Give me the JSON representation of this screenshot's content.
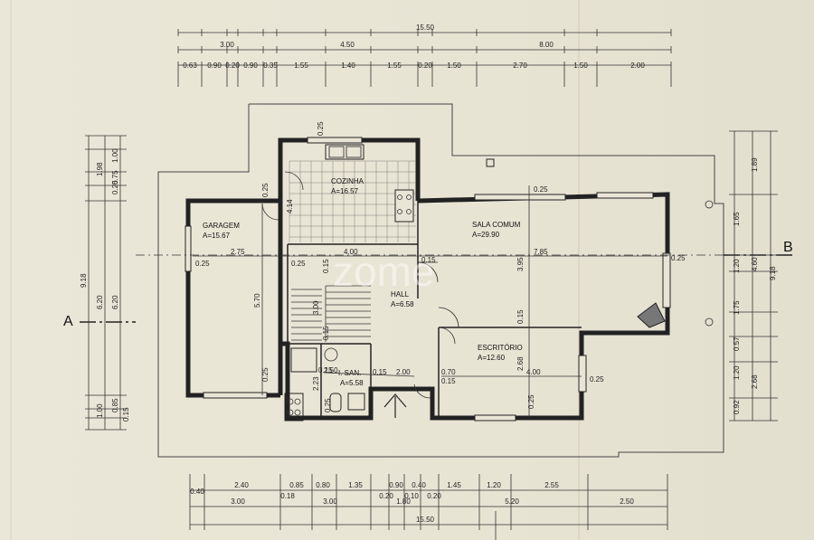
{
  "dims_top_total": "15.50",
  "dims_top_mid": [
    "3.00",
    "4.50",
    "8.00"
  ],
  "dims_top_detail": [
    "0.63",
    "0.90",
    "0.20",
    "0.90",
    "0.35",
    "1.55",
    "1.40",
    "1.55",
    "0.20",
    "1.50",
    "2.70",
    "1.50",
    "2.00"
  ],
  "dims_bottom_detail": [
    "0.40",
    "2.40",
    "0.85",
    "0.80",
    "1.35",
    "0.90",
    "0.40",
    "1.45",
    "1.20",
    "2.55"
  ],
  "dims_bottom_small": [
    "0.18",
    "0.20",
    "0.10",
    "0.20"
  ],
  "dims_bottom_mid": [
    "3.00",
    "3.00",
    "1.80",
    "5.20",
    "2.50"
  ],
  "dims_bottom_total": "15.50",
  "dims_left": [
    "9.18",
    "6.20",
    "6.20",
    "1.98",
    "0.75",
    "0.25",
    "1.00",
    "1.00",
    "0.85",
    "0.15"
  ],
  "dims_right": [
    "1.89",
    "1.65",
    "1.20",
    "4.60",
    "9.18",
    "1.75",
    "0.57",
    "1.20",
    "2.68",
    "0.92"
  ],
  "rooms": {
    "cozinha": {
      "name": "COZINHA",
      "area": "A=16.57"
    },
    "garagem": {
      "name": "GARAGEM",
      "area": "A=15.67"
    },
    "sala": {
      "name": "SALA COMUM",
      "area": "A=29.90"
    },
    "hall": {
      "name": "HALL",
      "area": "A=6.58"
    },
    "escritorio": {
      "name": "ESCRITÓRIO",
      "area": "A=12.60"
    },
    "isan": {
      "name": "I. SAN.",
      "area": "A=5.58"
    }
  },
  "inner_dims": [
    "0.25",
    "0.25",
    "0.25",
    "4.14",
    "2.75",
    "0.25",
    "4.00",
    "0.25",
    "0.15",
    "7.85",
    "0.25",
    "3.95",
    "5.70",
    "0.25",
    "0.15",
    "0.15",
    "3.00",
    "0.15",
    "0.15",
    "2.50",
    "0.15",
    "2.00",
    "0.70",
    "2.68",
    "4.00",
    "0.15",
    "0.25",
    "0.25",
    "0.25",
    "2.23"
  ],
  "section_marks": {
    "left": "A",
    "right": "B"
  },
  "watermark": "zome",
  "colors": {
    "paper": "#e9e5d6",
    "ink": "#222222",
    "tile": "#666666"
  }
}
